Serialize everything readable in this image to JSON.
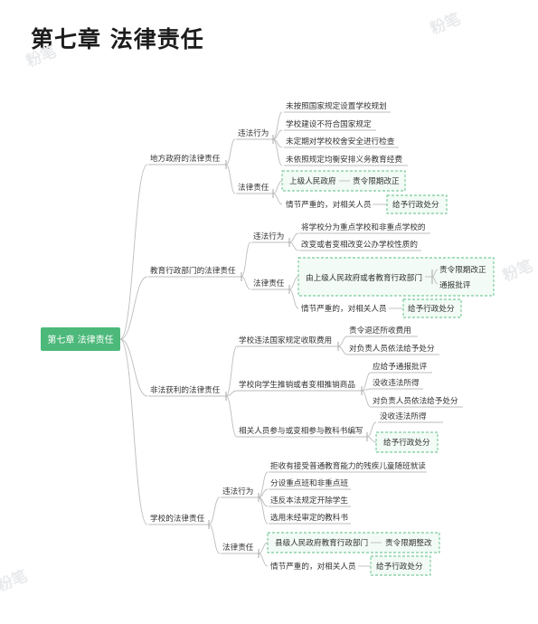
{
  "title": "第七章  法律责任",
  "watermark": "粉笔",
  "root": "第七章  法律责任",
  "branches": [
    {
      "label": "地方政府的法律责任",
      "children": [
        {
          "label": "违法行为",
          "items": [
            "未按照国家规定设置学校规划",
            "学校建设不符合国家规定",
            "未定期对学校校舍安全进行检查",
            "未依照规定均衡安排义务教育经费"
          ]
        },
        {
          "label": "法律责任",
          "chain": [
            "上级人民政府",
            "责令限期改正"
          ],
          "severe": [
            "情节严重的，对相关人员",
            "给予行政处分"
          ]
        }
      ]
    },
    {
      "label": "教育行政部门的法律责任",
      "children": [
        {
          "label": "违法行为",
          "items": [
            "将学校分为重点学校和非重点学校的",
            "改变或者变相改变公办学校性质的"
          ]
        },
        {
          "label": "法律责任",
          "chain": [
            "由上级人民政府或者教育行政部门",
            "责令限期改正",
            "通报批评"
          ],
          "severe": [
            "情节严重的，对相关人员",
            "给予行政处分"
          ]
        }
      ]
    },
    {
      "label": "非法获利的法律责任",
      "children": [
        {
          "label": "学校违法国家规定收取费用",
          "items": [
            "责令退还所收费用",
            "对负责人员依法给予处分"
          ]
        },
        {
          "label": "学校向学生推销或者变相推销商品",
          "items": [
            "应给予通报批评",
            "没收违法所得",
            "对负责人员依法给予处分"
          ]
        },
        {
          "label": "相关人员参与或变相参与教科书编写",
          "items": [
            "没收违法所得",
            "给予行政处分"
          ]
        }
      ]
    },
    {
      "label": "学校的法律责任",
      "children": [
        {
          "label": "违法行为",
          "items": [
            "拒收有接受普通教育能力的残疾儿童随班就读",
            "分设重点班和非重点班",
            "违反本法规定开除学生",
            "选用未经审定的教科书"
          ]
        },
        {
          "label": "法律责任",
          "chain": [
            "县级人民政府教育行政部门",
            "责令限期整改"
          ],
          "severe": [
            "情节严重的，对相关人员",
            "给予行政处分"
          ]
        }
      ]
    }
  ],
  "colors": {
    "root_fill": "#4cb97a",
    "box_stroke": "#5cbd85",
    "box_fill": "#f2fbf5",
    "line": "#bdbdbd"
  }
}
